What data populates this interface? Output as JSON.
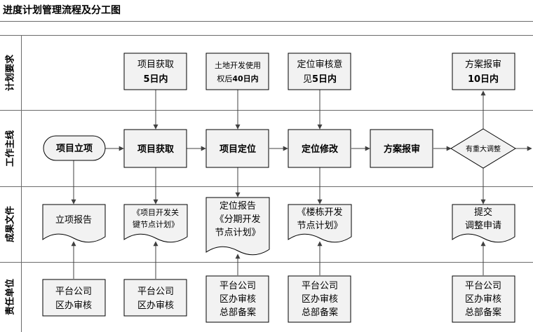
{
  "title": "进度计划管理流程及分工图",
  "lanes": [
    {
      "label": "计划要求"
    },
    {
      "label": "工作主线"
    },
    {
      "label": "成果文件"
    },
    {
      "label": "责任单位"
    }
  ],
  "requirements": [
    {
      "line1": "项目获取",
      "line2": "5日内"
    },
    {
      "line1": "土地开发使用",
      "line2a": "权后",
      "line2b": "40日内"
    },
    {
      "line1": "定位审核意",
      "line2a": "见",
      "line2b": "5日内"
    },
    {
      "line1": "方案报审",
      "line2": "10日内"
    }
  ],
  "process": {
    "start": "项目立项",
    "steps": [
      "项目获取",
      "项目定位",
      "定位修改",
      "方案报审"
    ],
    "decision": "有重大调整"
  },
  "documents": [
    {
      "lines": [
        "立项报告"
      ]
    },
    {
      "lines": [
        "《项目开发关",
        "键节点计划》"
      ]
    },
    {
      "lines": [
        "定位报告",
        "《分期开发",
        "节点计划》"
      ]
    },
    {
      "lines": [
        "《楼栋开发",
        "节点计划》"
      ]
    },
    {
      "lines": [
        "提交",
        "调整申请"
      ]
    }
  ],
  "units": [
    {
      "lines": [
        "平台公司",
        "区办审核"
      ]
    },
    {
      "lines": [
        "平台公司",
        "区办审核"
      ]
    },
    {
      "lines": [
        "平台公司",
        "区办审核",
        "总部备案"
      ]
    },
    {
      "lines": [
        "平台公司",
        "区办审核",
        "总部备案"
      ]
    },
    {
      "lines": [
        "平台公司",
        "区办审核",
        "总部备案"
      ]
    }
  ],
  "colors": {
    "box_fill": "#f2f2f2",
    "stroke": "#000000",
    "arrow": "#404040",
    "grid": "#6b6b6b"
  }
}
